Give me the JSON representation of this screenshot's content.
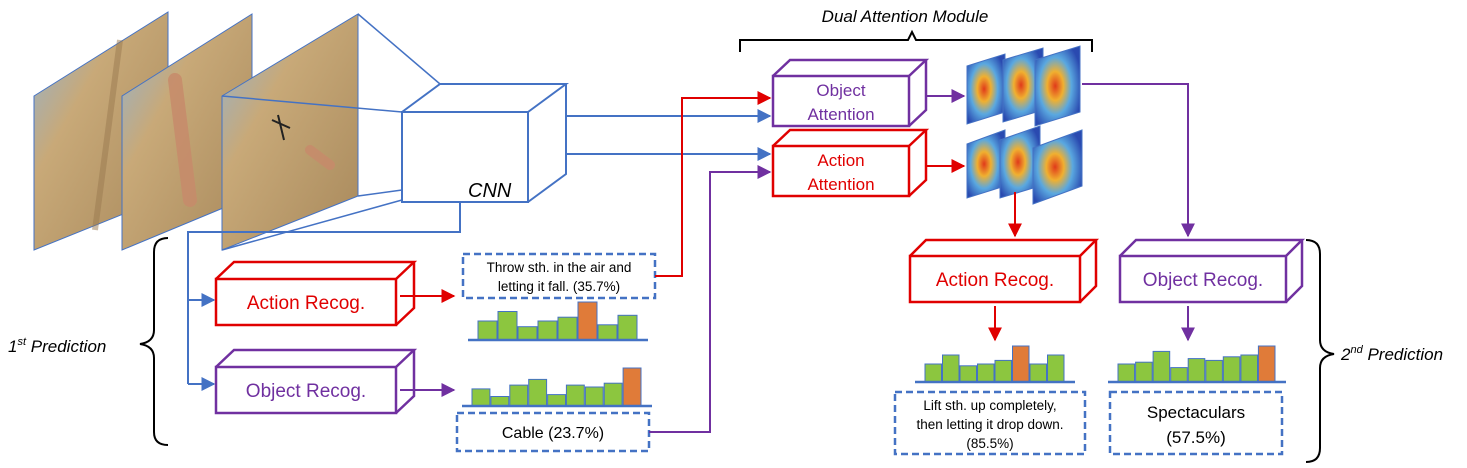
{
  "title": "Dual Attention Module",
  "cnn_label": "CNN",
  "first_prediction": {
    "text": "1",
    "sup": "st",
    "rest": " Prediction"
  },
  "second_prediction": {
    "text": "2",
    "sup": "nd",
    "rest": " Prediction"
  },
  "blocks": {
    "action_recog_1": "Action Recog.",
    "object_recog_1": "Object Recog.",
    "object_attention": [
      "Object",
      "Attention"
    ],
    "action_attention": [
      "Action",
      "Attention"
    ],
    "action_recog_2": "Action Recog.",
    "object_recog_2": "Object Recog."
  },
  "outputs": {
    "action_1": [
      "Throw sth. in the air and",
      "letting it fall. (35.7%)"
    ],
    "object_1": [
      "Cable (23.7%)"
    ],
    "action_2": [
      "Lift sth. up completely,",
      "then letting it drop down.",
      "(85.5%)"
    ],
    "object_2": [
      "Spectaculars",
      "(57.5%)"
    ]
  },
  "colors": {
    "blue": "#4472c4",
    "red": "#e00000",
    "purple": "#7030a0",
    "bar_green": "#8cc63f",
    "bar_orange": "#e07b39",
    "text": "#000000"
  },
  "histograms": [
    {
      "name": "hist-action-1",
      "values": [
        0.5,
        0.75,
        0.35,
        0.5,
        0.6,
        1.0,
        0.4,
        0.65
      ],
      "highlight": 5
    },
    {
      "name": "hist-object-1",
      "values": [
        0.45,
        0.25,
        0.55,
        0.7,
        0.3,
        0.55,
        0.5,
        0.6,
        1.0
      ],
      "highlight": 8
    },
    {
      "name": "hist-action-2",
      "values": [
        0.5,
        0.75,
        0.45,
        0.5,
        0.6,
        1.0,
        0.5,
        0.75
      ],
      "highlight": 5
    },
    {
      "name": "hist-object-2",
      "values": [
        0.5,
        0.55,
        0.85,
        0.4,
        0.65,
        0.6,
        0.7,
        0.75,
        1.0
      ],
      "highlight": 8
    }
  ]
}
